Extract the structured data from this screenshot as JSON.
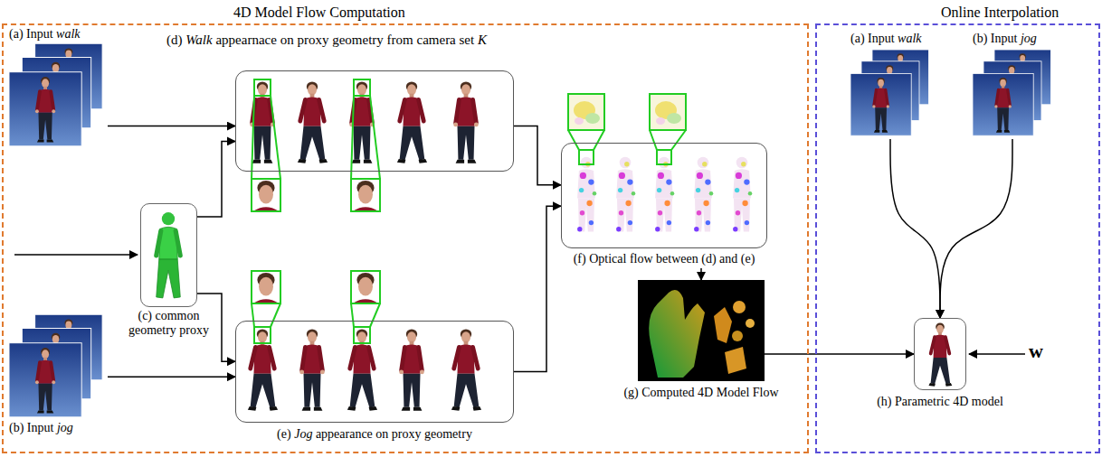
{
  "diagram": {
    "nodes": [
      {
        "text": [
          "4D Model Flow Computation"
        ]
      },
      {
        "text": [
          "Online Interpolation"
        ]
      },
      {
        "text": [
          "(a) Input walk"
        ],
        "in": 0
      },
      {
        "text": [
          "(b) Input jog"
        ],
        "in": 0
      },
      {
        "text": [
          "(c) common geometry proxy"
        ],
        "in": 0
      },
      {
        "text": [
          "(d) Walk appearnace on proxy geometry from camera set K"
        ],
        "in": 0
      },
      {
        "text": [
          "(e) Jog appearance on proxy geometry"
        ],
        "in": 0
      },
      {
        "text": [
          "(f) Optical flow between (d) and (e)"
        ],
        "in": 0
      },
      {
        "text": [
          "(g) Computed 4D Model Flow"
        ],
        "in": 0
      },
      {
        "text": [
          "(a) Input walk"
        ],
        "in": 1
      },
      {
        "text": [
          "(b) Input jog"
        ],
        "in": 1
      },
      {
        "text": [
          "(h) Parametric 4D model"
        ],
        "in": 1
      }
    ],
    "edges": [
      {
        "from": 2,
        "to": 5,
        "arrow": "to"
      },
      {
        "from": 3,
        "to": 6,
        "arrow": "to"
      },
      {
        "from": 4,
        "to": 5,
        "arrow": "to"
      },
      {
        "from": 4,
        "to": 6,
        "arrow": "to"
      },
      {
        "from": 5,
        "to": 7,
        "arrow": "to"
      },
      {
        "from": 6,
        "to": 7,
        "arrow": "to"
      },
      {
        "from": 7,
        "to": 8,
        "arrow": "to"
      },
      {
        "from": 8,
        "to": 11,
        "arrow": "to"
      },
      {
        "from": 9,
        "to": 11,
        "arrow": "to"
      },
      {
        "from": 10,
        "to": 11,
        "arrow": "to"
      }
    ],
    "labels": [
      "w"
    ]
  }
}
